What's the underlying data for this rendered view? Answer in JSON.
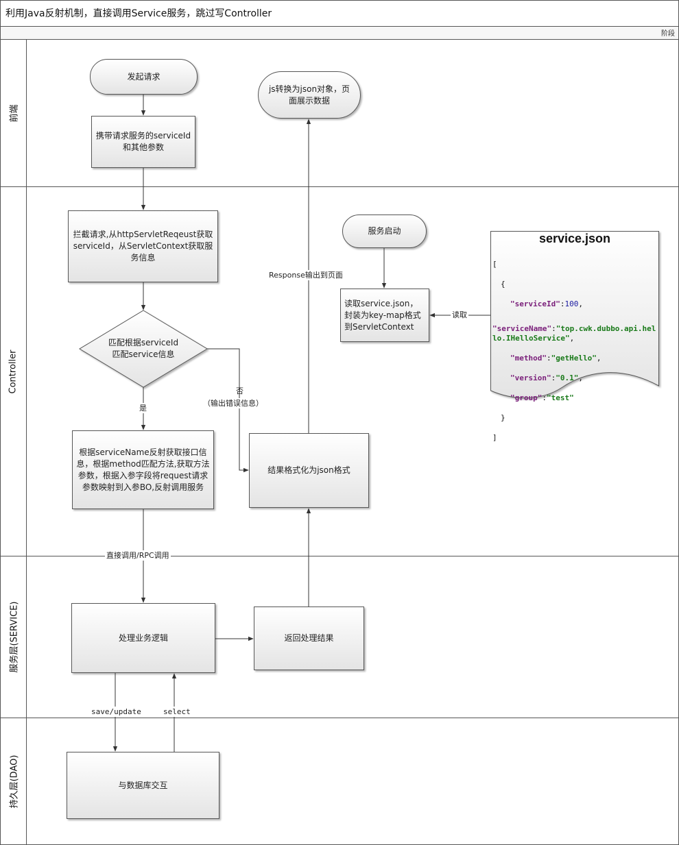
{
  "header": {
    "title": "利用Java反射机制，直接调用Service服务，跳过写Controller",
    "phase_label": "阶段"
  },
  "lanes": [
    {
      "label": "前端"
    },
    {
      "label": "Controller"
    },
    {
      "label": "服务层(SERVICE)"
    },
    {
      "label": "持久层(DAO)"
    }
  ],
  "nodes": {
    "start_request": "发起请求",
    "carry_params": "携带请求服务的serviceId和其他参数",
    "intercept": "拦截请求,从httpServletReqeust获取serviceId，从ServletContext获取服务信息",
    "match_decision": "匹配根据serviceId匹配service信息",
    "reflect_invoke": "根据serviceName反射获取接口信息，根据method匹配方法,获取方法参数，根据入参字段将request请求参数映射到入参BO,反射调用服务",
    "format_json": "结果格式化为json格式",
    "js_display": "js转换为json对象，页面展示数据",
    "service_start": "服务启动",
    "read_json": "读取service.json，封装为key-map格式 到ServletContext",
    "business_logic": "处理业务逻辑",
    "return_result": "返回处理结果",
    "db_interact": "与数据库交互"
  },
  "edge_labels": {
    "yes": "是",
    "no": "否",
    "no_detail": "（输出错误信息）",
    "response": "Response输出到页面",
    "direct_call": "直接调用/RPC调用",
    "read": "读取",
    "save_update": "save/update",
    "select": "select"
  },
  "service_doc": {
    "title": "service.json",
    "open_bracket": "[",
    "open_brace": "{",
    "fields": [
      {
        "key": "\"serviceId\"",
        "value": "100",
        "kind": "number"
      },
      {
        "key": "\"serviceName\"",
        "value": "\"top.cwk.dubbo.api.hello.IHelloService\"",
        "kind": "string"
      },
      {
        "key": "\"method\"",
        "value": "\"getHello\"",
        "kind": "string"
      },
      {
        "key": "\"version\"",
        "value": "\"0.1\"",
        "kind": "string"
      },
      {
        "key": "\"group\"",
        "value": "\"test\"",
        "kind": "string"
      }
    ],
    "close_brace": "}",
    "close_bracket": "]"
  }
}
